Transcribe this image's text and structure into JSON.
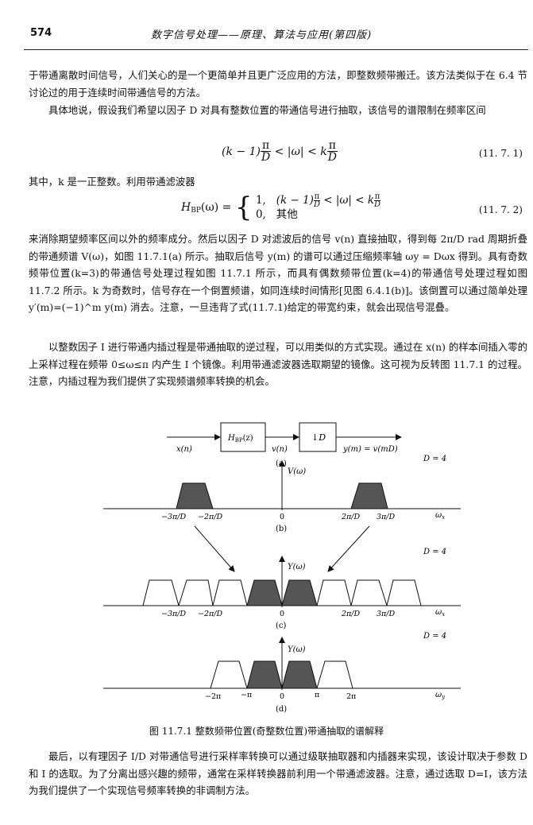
{
  "header": {
    "page_number": "574",
    "running_title": "数字信号处理——原理、算法与应用(第四版)"
  },
  "paragraphs": {
    "p1": "于带通离散时间信号，人们关心的是一个更简单并且更广泛应用的方法，即整数频带搬迁。该方法类似于在 6.4 节讨论过的用于连续时间带通信号的方法。",
    "p2": "具体地说，假设我们希望以因子 D 对具有整数位置的带通信号进行抽取，该信号的谱限制在频率区间",
    "p3": "其中，k 是一正整数。利用带通滤波器",
    "p4": "来消除期望频率区间以外的频率成分。然后以因子 D 对滤波后的信号 v(n) 直接抽取，得到每 2π/D rad 周期折叠的带通频谱 V(ω)，如图 11.7.1(a) 所示。抽取后信号 y(m) 的谱可以通过压缩频率轴 ωy = Dωx 得到。具有奇数频带位置(k=3)的带通信号处理过程如图 11.7.1 所示，而具有偶数频带位置(k=4)的带通信号处理过程如图 11.7.2 所示。k 为奇数时，信号存在一个倒置频谱，如同连续时间情形[见图 6.4.1(b)]。该倒置可以通过简单处理 y′(m)=(−1)^m y(m) 消去。注意，一旦违背了式(11.7.1)给定的带宽约束，就会出现信号混叠。",
    "p5": "以整数因子 I 进行带通内插过程是带通抽取的逆过程，可以用类似的方式实现。通过在 x(n) 的样本间插入零的上采样过程在频带 0≤ω≤π 内产生 I 个镜像。利用带通滤波器选取期望的镜像。这可视为反转图 11.7.1 的过程。注意，内插过程为我们提供了实现频谱频率转换的机会。",
    "p6": "最后，以有理因子 I/D 对带通信号进行采样率转换可以通过级联抽取器和内插器来实现，该设计取决于参数 D 和 I 的选取。为了分离出感兴趣的频带，通常在采样转换器前利用一个带通滤波器。注意，通过选取 D=I，该方法为我们提供了一个实现信号频率转换的非调制方法。"
  },
  "equations": {
    "eq1": {
      "left": "(k − 1)",
      "frac_num": "π",
      "frac_den": "D",
      "middle": " < |ω| < k",
      "number": "(11. 7. 1)"
    },
    "eq2": {
      "lhs": "H",
      "lhs_sub": "BP",
      "lhs_arg": "(ω) =",
      "case1_val": "1,",
      "case1_cond_a": "(k − 1)",
      "case1_cond_b": " < |ω| < k",
      "case2_val": "0,",
      "case2_cond": "其他",
      "pi": "π",
      "D": "D",
      "number": "(11. 7. 2)"
    }
  },
  "figure": {
    "block": {
      "input": "x(n)",
      "filter": "H",
      "filter_sub": "BP",
      "filter_arg": "(z)",
      "mid": "v(n)",
      "decimator": "↓D",
      "output": "y(m) = v(mD)",
      "label": "(a)"
    },
    "panel_b": {
      "y_label": "V(ω)",
      "d_label": "D = 4",
      "ticks": [
        "−3π/D",
        "−2π/D",
        "0",
        "2π/D",
        "3π/D"
      ],
      "axis": "ω",
      "axis_sub": "x",
      "label": "(b)"
    },
    "panel_c": {
      "y_label": "Y(ω)",
      "d_label": "D = 4",
      "ticks": [
        "−3π/D",
        "−2π/D",
        "0",
        "2π/D",
        "3π/D"
      ],
      "axis": "ω",
      "axis_sub": "x",
      "label": "(c)"
    },
    "panel_d": {
      "y_label": "Y(ω)",
      "d_label": "D = 4",
      "ticks": [
        "−2π",
        "−π",
        "0",
        "π",
        "2π"
      ],
      "axis": "ω",
      "axis_sub": "y",
      "label": "(d)"
    },
    "caption": "图 11.7.1   整数频带位置(奇整数位置)带通抽取的谱解释"
  },
  "colors": {
    "ink": "#111111",
    "band_fill": "#555555"
  }
}
